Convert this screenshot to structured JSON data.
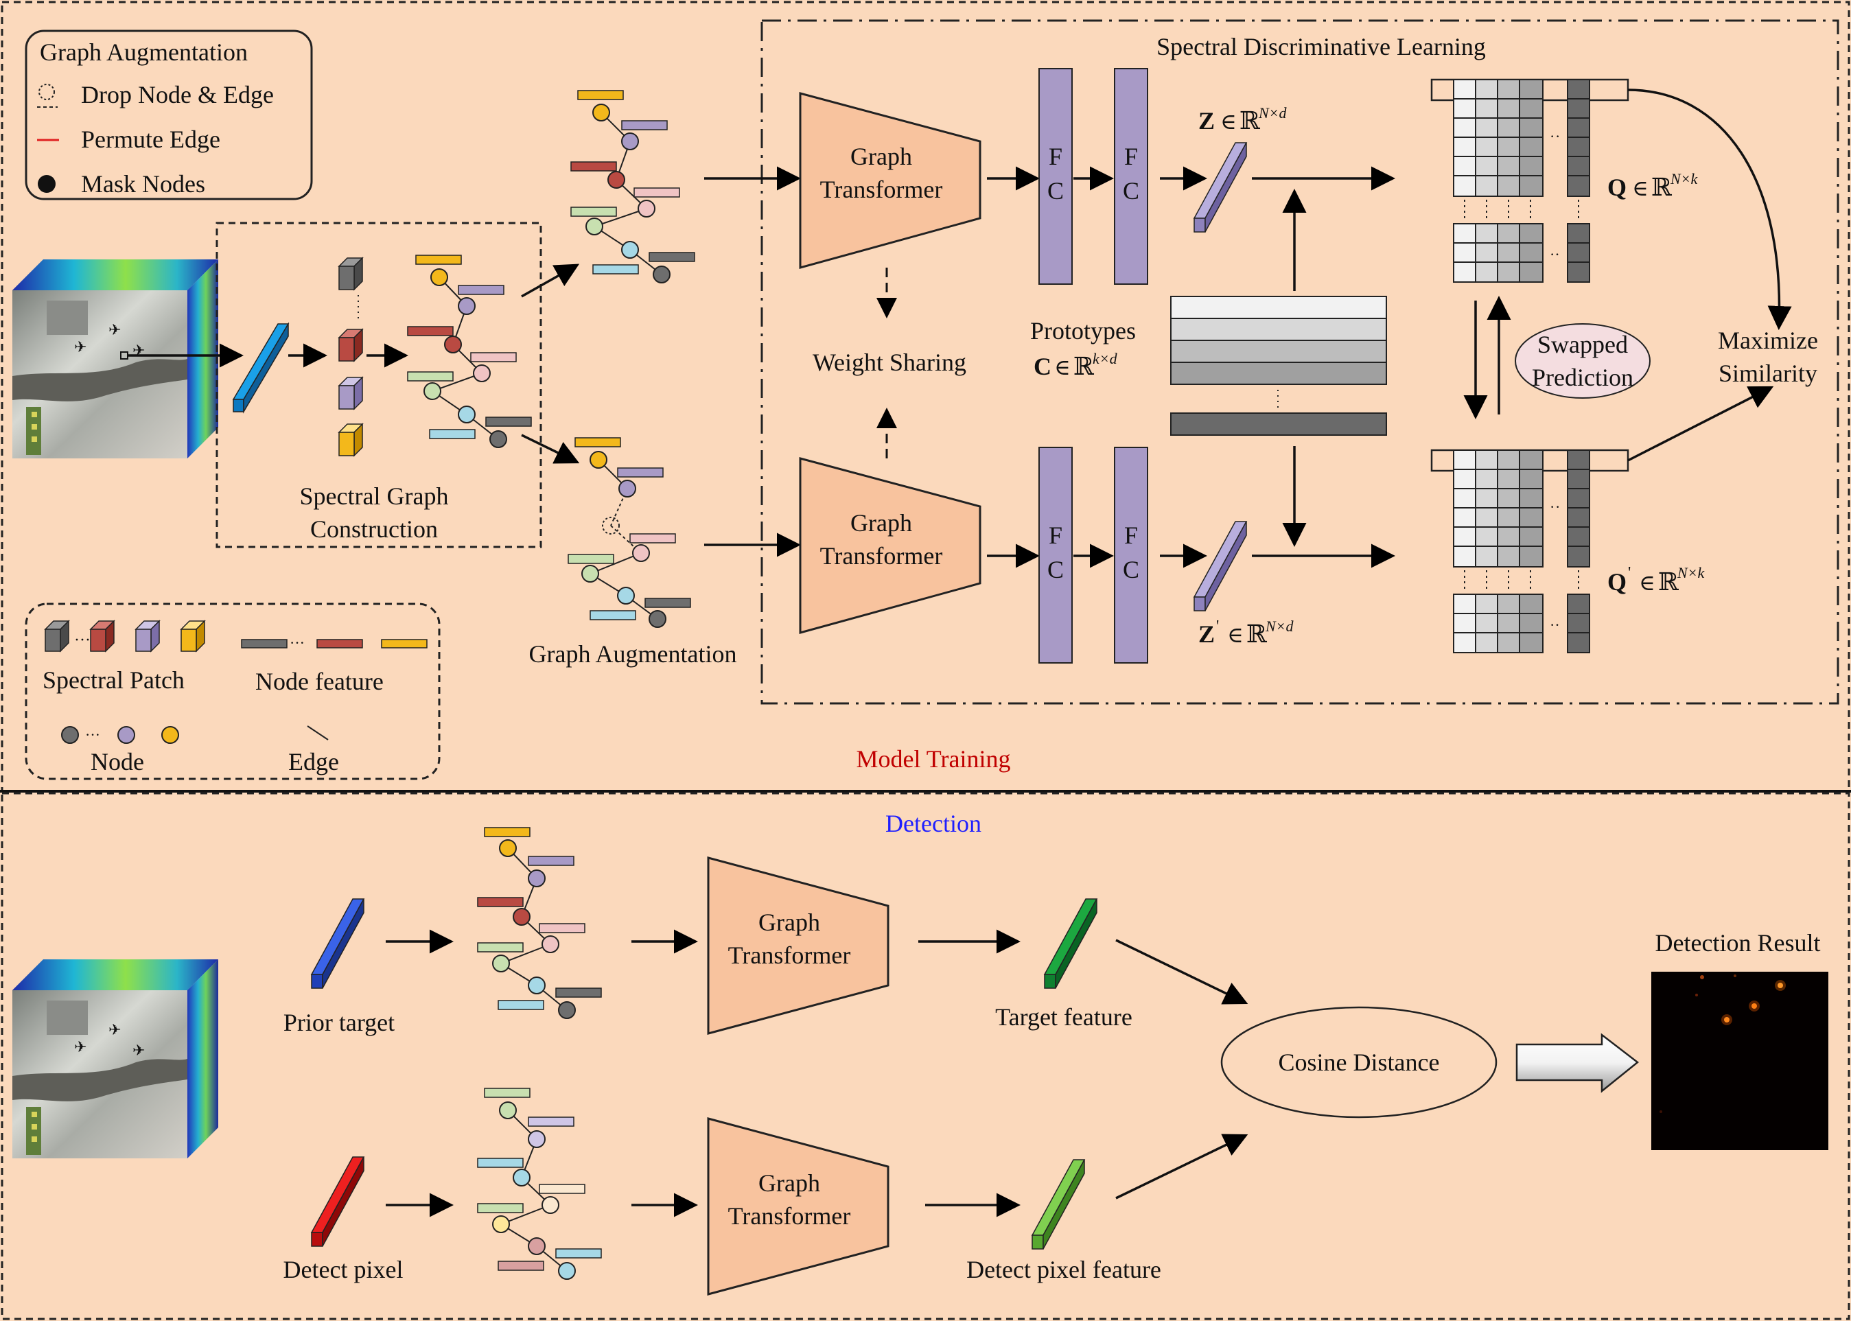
{
  "legend_aug": {
    "title": "Graph Augmentation",
    "drop": "Drop Node & Edge",
    "permute": "Permute Edge",
    "mask": "Mask Nodes"
  },
  "legend_elems": {
    "patch": "Spectral Patch",
    "feature": "Node feature",
    "node": "Node",
    "edge": "Edge"
  },
  "labels": {
    "construction_1": "Spectral Graph",
    "construction_2": "Construction",
    "augmentation": "Graph Augmentation",
    "sdl_title": "Spectral Discriminative Learning",
    "weight_sharing": "Weight Sharing",
    "prototypes": "Prototypes",
    "fc": "F",
    "fc2": "C",
    "swapped_1": "Swapped",
    "swapped_2": "Prediction",
    "maximize_1": "Maximize",
    "maximize_2": "Similarity",
    "model_training": "Model Training",
    "detection": "Detection",
    "prior_target": "Prior target",
    "detect_pixel": "Detect pixel",
    "target_feature": "Target feature",
    "detect_pixel_feature": "Detect pixel feature",
    "cosine": "Cosine Distance",
    "detection_result": "Detection Result"
  },
  "gt": {
    "line1": "Graph",
    "line2": "Transformer"
  },
  "math": {
    "z": "Z",
    "z_prime": "Z",
    "prime": "'",
    "c": "C",
    "q": "Q",
    "q_prime": "Q",
    "in": "∈",
    "R": "ℝ",
    "nd": "N×d",
    "kd": "k×d",
    "nk": "N×k",
    "dots": "···"
  },
  "colors": {
    "background": "#fbd9bc",
    "transformer": "#f8c39e",
    "fc": "#a89ac6",
    "red_text": "#c00000",
    "blue_text": "#1f1fff",
    "gray": "#6e6e6e",
    "red_node": "#b94a42",
    "purple_node": "#a89ac6",
    "yellow_node": "#f3b81b",
    "pink_node": "#f0c4c4",
    "green_node": "#c8e0b0",
    "blue_node": "#a6d8e6"
  }
}
